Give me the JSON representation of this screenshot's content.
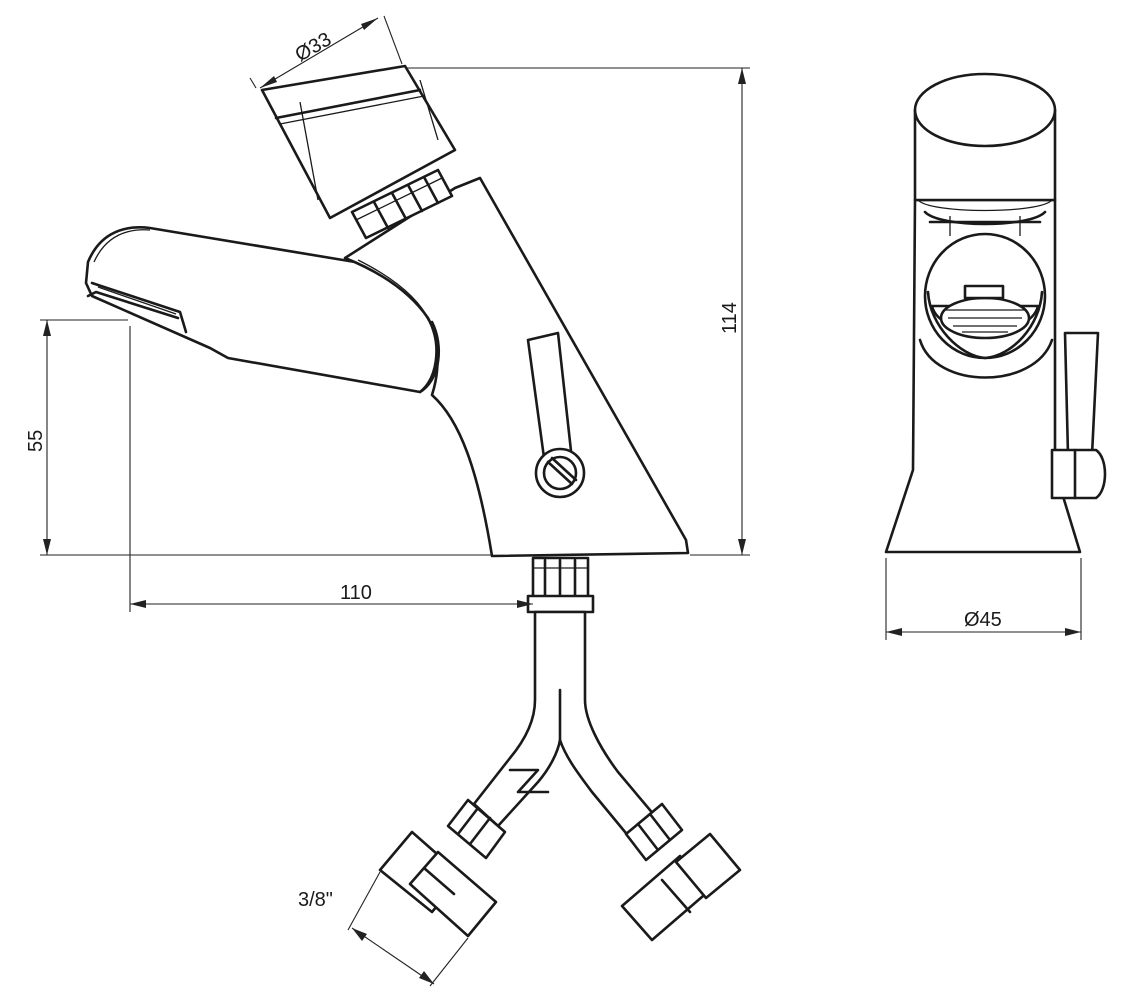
{
  "dimensions": {
    "knob_diameter": "Ø33",
    "total_height": "114",
    "spout_height": "55",
    "spout_reach": "110",
    "base_diameter": "Ø45",
    "connection_thread": "3/8\""
  }
}
